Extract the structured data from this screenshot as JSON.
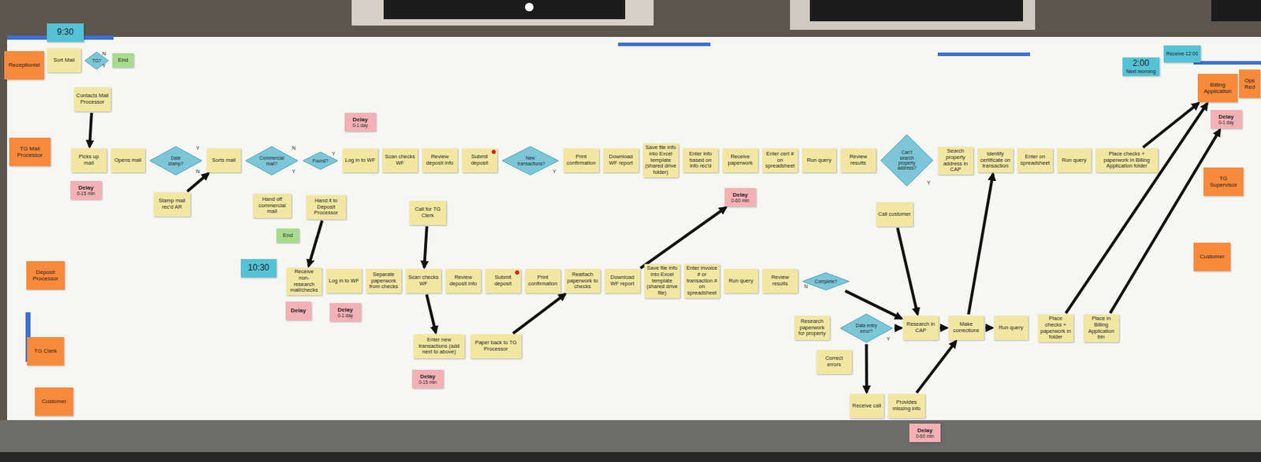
{
  "diagram": {
    "nodes": [
      {
        "text": [
          "Receptionist"
        ]
      },
      {
        "text": [
          "TG Mail Processor"
        ]
      },
      {
        "text": [
          "Deposit Processor"
        ]
      },
      {
        "text": [
          "TG Clerk"
        ]
      },
      {
        "text": [
          "Customer"
        ]
      },
      {
        "text": [
          "9:30"
        ]
      },
      {
        "text": [
          "Sort Mail"
        ]
      },
      {
        "text": [
          "TG?"
        ]
      },
      {
        "text": [
          "End"
        ]
      },
      {
        "text": [
          "Contacts Mail Processor"
        ]
      },
      {
        "text": [
          "Picks up mail"
        ]
      },
      {
        "text": [
          "Delay",
          "0-15 min"
        ]
      },
      {
        "text": [
          "Opens mail"
        ]
      },
      {
        "text": [
          "Date stamp?"
        ]
      },
      {
        "text": [
          "Stamp mail rec'd AR"
        ]
      },
      {
        "text": [
          "Sorts mail"
        ]
      },
      {
        "text": [
          "Commercial mail?"
        ]
      },
      {
        "text": [
          "Hand off commercial mail"
        ]
      },
      {
        "text": [
          "End"
        ]
      },
      {
        "text": [
          "Found?"
        ]
      },
      {
        "text": [
          "Delay",
          "0-1 day"
        ]
      },
      {
        "text": [
          "Log in to WF"
        ]
      },
      {
        "text": [
          "Hand it to Deposit Processor"
        ]
      },
      {
        "text": [
          "Scan checks WF"
        ]
      },
      {
        "text": [
          "Review deposit info"
        ]
      },
      {
        "text": [
          "Submit deposit"
        ]
      },
      {
        "text": [
          "New transactions?"
        ]
      },
      {
        "text": [
          "Call for TG Clerk"
        ]
      },
      {
        "text": [
          "Print confirmation"
        ]
      },
      {
        "text": [
          "Download WF report"
        ]
      },
      {
        "text": [
          "Save file info into Excel template (shared drive folder)"
        ]
      },
      {
        "text": [
          "Enter info based on info rec'd"
        ]
      },
      {
        "text": [
          "Receive paperwork"
        ]
      },
      {
        "text": [
          "Delay",
          "0-60 min"
        ]
      },
      {
        "text": [
          "Enter cert # on spreadsheet"
        ]
      },
      {
        "text": [
          "Run query"
        ]
      },
      {
        "text": [
          "Review results"
        ]
      },
      {
        "text": [
          "Can't search property address?"
        ]
      },
      {
        "text": [
          "Call customer"
        ]
      },
      {
        "text": [
          "Search property address in CAP"
        ]
      },
      {
        "text": [
          "Identify certificate on transaction"
        ]
      },
      {
        "text": [
          "Enter on spreadsheet"
        ]
      },
      {
        "text": [
          "Run query"
        ]
      },
      {
        "text": [
          "Place checks + paperwork in Billing Application folder"
        ]
      },
      {
        "text": [
          "10:30"
        ]
      },
      {
        "text": [
          "Receive non-research mail/checks"
        ]
      },
      {
        "text": [
          "Delay"
        ]
      },
      {
        "text": [
          "Log in to WF"
        ]
      },
      {
        "text": [
          "Delay",
          "0-1 day"
        ]
      },
      {
        "text": [
          "Separate paperwork from checks"
        ]
      },
      {
        "text": [
          "Scan checks WF"
        ]
      },
      {
        "text": [
          "Review deposit info"
        ]
      },
      {
        "text": [
          "Submit deposit"
        ]
      },
      {
        "text": [
          "Print confirmation"
        ]
      },
      {
        "text": [
          "Reattach paperwork to checks"
        ]
      },
      {
        "text": [
          "Download WF report"
        ]
      },
      {
        "text": [
          "Save file info into Excel template (shared drive file)"
        ]
      },
      {
        "text": [
          "Enter invoice # or transaction # on spreadsheet"
        ]
      },
      {
        "text": [
          "Run query"
        ]
      },
      {
        "text": [
          "Review results"
        ]
      },
      {
        "text": [
          "Complete?"
        ]
      },
      {
        "text": [
          "Research paperwork for property"
        ]
      },
      {
        "text": [
          "Data entry error?"
        ]
      },
      {
        "text": [
          "Correct errors"
        ]
      },
      {
        "text": [
          "Research in CAP"
        ]
      },
      {
        "text": [
          "Make corrections"
        ]
      },
      {
        "text": [
          "Run query"
        ]
      },
      {
        "text": [
          "Place checks + paperwork in folder"
        ]
      },
      {
        "text": [
          "Place in Billing Application bin"
        ]
      },
      {
        "text": [
          "Enter new transactions (add next to above)"
        ]
      },
      {
        "text": [
          "Paper back to TG Processor"
        ]
      },
      {
        "text": [
          "Delay",
          "0-15 min"
        ]
      },
      {
        "text": [
          "Receive call"
        ]
      },
      {
        "text": [
          "Provides missing info"
        ]
      },
      {
        "text": [
          "Delay",
          "0-60 min"
        ]
      },
      {
        "text": [
          "2:00",
          "Next morning"
        ]
      },
      {
        "text": [
          "Receive 12:00"
        ]
      },
      {
        "text": [
          "Billing Application"
        ]
      },
      {
        "text": [
          "Delay",
          "0-1 day"
        ]
      },
      {
        "text": [
          "TG Supervisor"
        ]
      },
      {
        "text": [
          "Customer"
        ]
      },
      {
        "text": [
          "Ops Red"
        ]
      }
    ],
    "edges": [
      {
        "from": 9,
        "to": 10,
        "arrow": "to"
      },
      {
        "from": 14,
        "to": 15,
        "arrow": "to"
      },
      {
        "from": 22,
        "to": 45,
        "arrow": "to"
      },
      {
        "from": 27,
        "to": 50,
        "arrow": "to"
      },
      {
        "from": 50,
        "to": 69,
        "arrow": "to"
      },
      {
        "from": 70,
        "to": 54,
        "arrow": "to"
      },
      {
        "from": 55,
        "to": 33,
        "arrow": "to"
      },
      {
        "from": 38,
        "to": 64,
        "arrow": "to"
      },
      {
        "from": 60,
        "to": 64,
        "arrow": "to"
      },
      {
        "from": 62,
        "to": 64,
        "arrow": "to"
      },
      {
        "from": 62,
        "to": 72,
        "arrow": "to"
      },
      {
        "from": 73,
        "to": 65,
        "arrow": "to"
      },
      {
        "from": 64,
        "to": 65,
        "arrow": "to"
      },
      {
        "from": 65,
        "to": 40,
        "arrow": "to"
      },
      {
        "from": 65,
        "to": 66,
        "arrow": "to"
      },
      {
        "from": 43,
        "to": 77,
        "arrow": "to"
      },
      {
        "from": 67,
        "to": 77,
        "arrow": "to"
      },
      {
        "from": 68,
        "to": 78,
        "arrow": "to"
      }
    ],
    "labels": [
      "N",
      "Y",
      "Y",
      "N",
      "N",
      "Y",
      "Y",
      "Y",
      "Y",
      "N",
      "Y"
    ]
  }
}
